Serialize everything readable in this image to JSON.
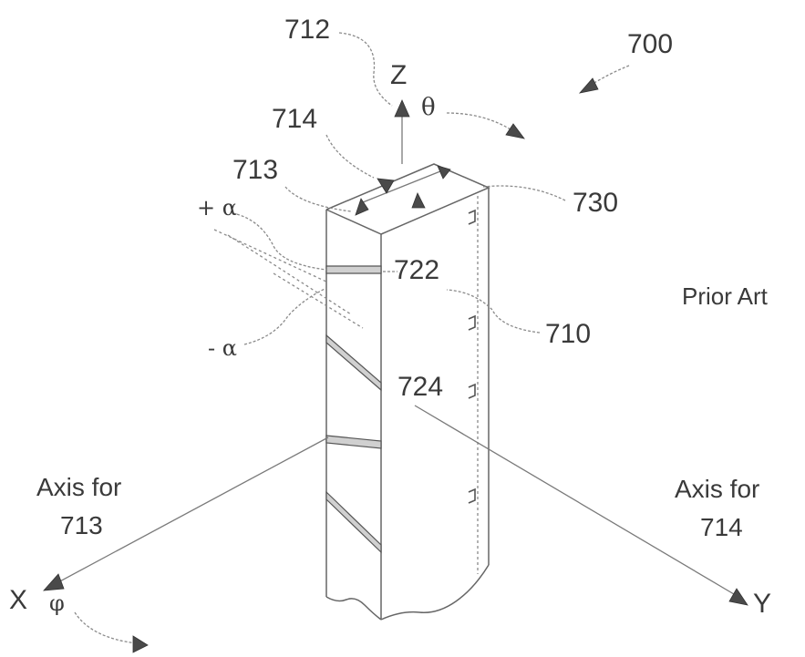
{
  "labels": {
    "figure_number": "700",
    "ref_712": "712",
    "ref_714": "714",
    "ref_713": "713",
    "ref_730": "730",
    "ref_722": "722",
    "ref_710": "710",
    "ref_724": "724",
    "plus_alpha": "+ α",
    "minus_alpha": "- α",
    "prior_art": "Prior Art",
    "axis_z": "Z",
    "theta": "θ",
    "axis_x": "X",
    "phi": "φ",
    "axis_y": "Y",
    "axis_713_line1": "Axis for",
    "axis_713_line2": "713",
    "axis_714_line1": "Axis for",
    "axis_714_line2": "714"
  },
  "colors": {
    "line": "#666666",
    "text": "#3a3a3a",
    "arrow": "#4a4a4a"
  }
}
